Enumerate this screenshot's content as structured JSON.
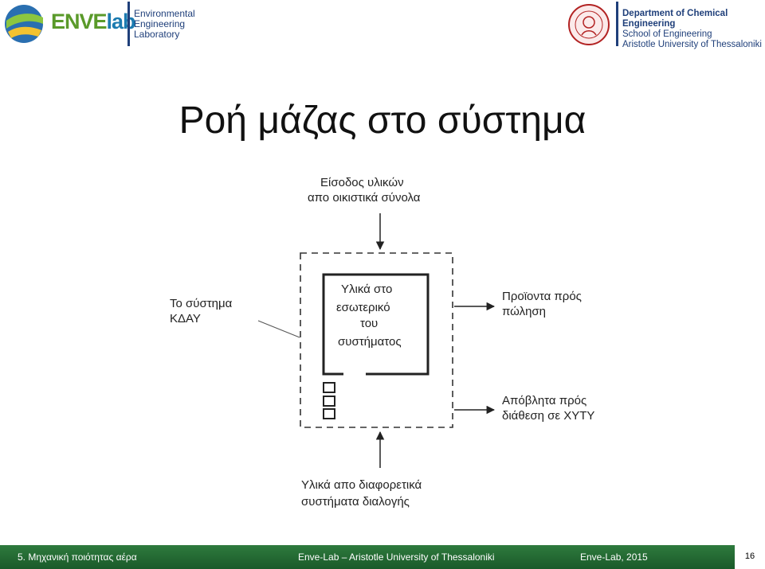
{
  "header": {
    "logo_word_a": "ENVE",
    "logo_word_b": "lab",
    "lab_line1": "Environmental",
    "lab_line2": "Engineering",
    "lab_line3": "Laboratory",
    "dept_line1": "Department of Chemical Engineering",
    "dept_line2": "School of Engineering",
    "dept_line3": "Aristotle University of Thessaloniki"
  },
  "slide": {
    "title": "Ροή μάζας στο σύστημα"
  },
  "diagram": {
    "input_top_line1": "Είσοδος υλικών",
    "input_top_line2": "απο οικιστικά σύνολα",
    "system_label_line1": "Το σύστημα",
    "system_label_line2": "ΚΔΑΥ",
    "inner_line1": "Υλικά στο",
    "inner_line2": "εσωτερικό",
    "inner_line3": "του",
    "inner_line4": "συστήματος",
    "out1_line1": "Προϊοντα πρός",
    "out1_line2": "πώληση",
    "out2_line1": "Απόβλητα πρός",
    "out2_line2": "διάθεση σε ΧΥΤΥ",
    "input_bottom_line1": "Υλικά απο διαφορετικά",
    "input_bottom_line2": "συστήματα διαλογής"
  },
  "footer": {
    "left": "5. Μηχανική ποιότητας αέρα",
    "center": "Enve-Lab – Aristotle University of Thessaloniki",
    "right": "Enve-Lab, 2015",
    "page": "16"
  }
}
